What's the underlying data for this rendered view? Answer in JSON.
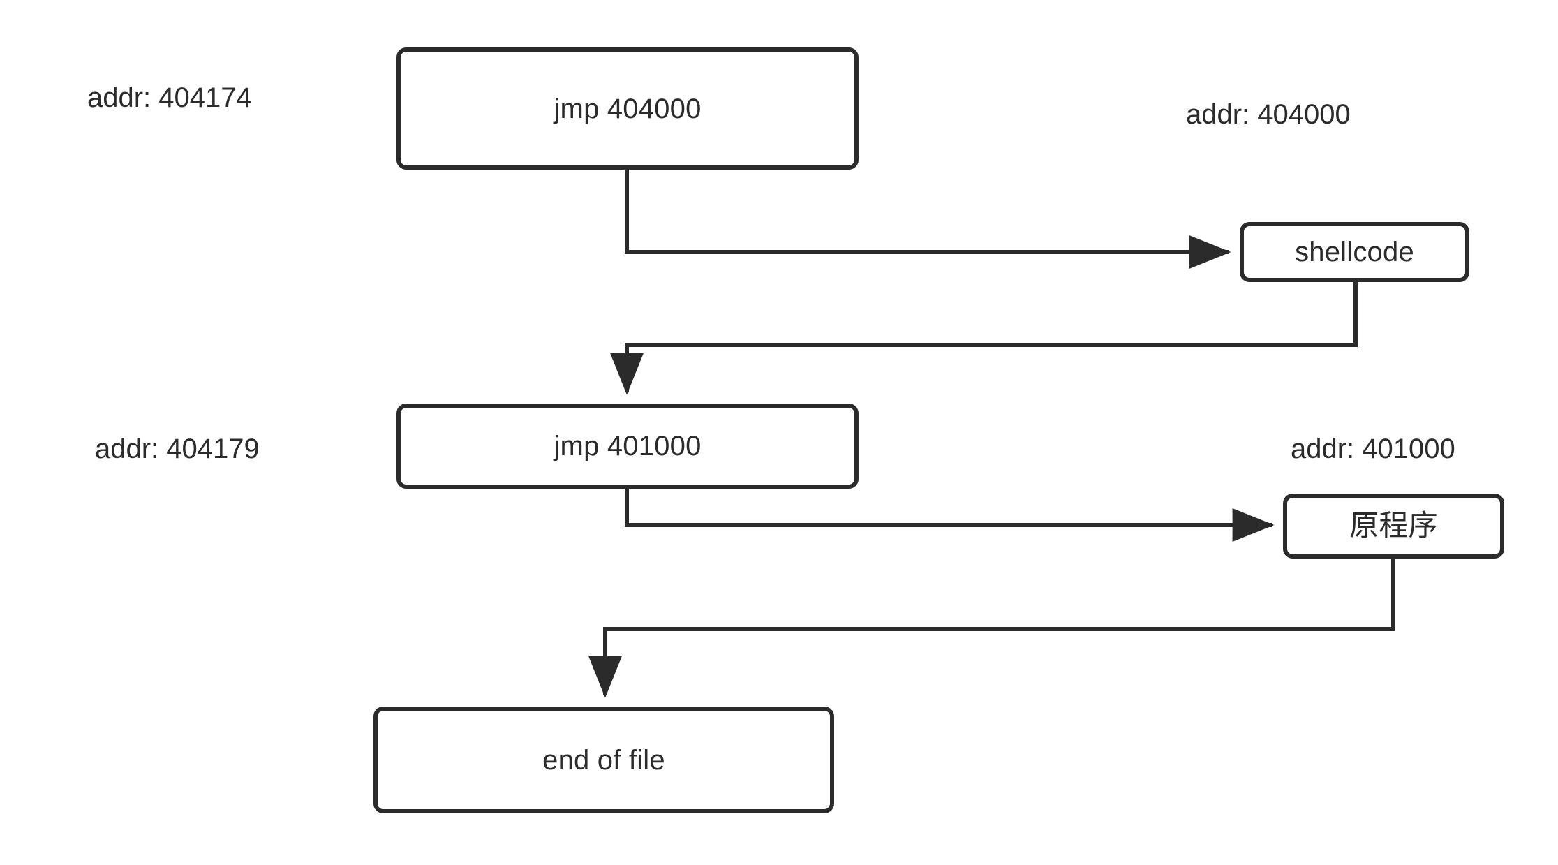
{
  "diagram": {
    "title": "shellcode jump flow",
    "background_color": "#ffffff",
    "stroke_color": "#2b2b2b",
    "nodes": [
      {
        "id": "jmp-404000",
        "label": "jmp 404000"
      },
      {
        "id": "shellcode",
        "label": "shellcode"
      },
      {
        "id": "jmp-401000",
        "label": "jmp 401000"
      },
      {
        "id": "original",
        "label": "原程序"
      },
      {
        "id": "eof",
        "label": "end of file"
      }
    ],
    "addr_labels": [
      {
        "id": "addr-404174",
        "text": "addr: 404174"
      },
      {
        "id": "addr-404000",
        "text": "addr: 404000"
      },
      {
        "id": "addr-404179",
        "text": "addr: 404179"
      },
      {
        "id": "addr-401000",
        "text": "addr: 401000"
      }
    ],
    "edges": [
      {
        "id": "edge-jmp404000-to-shellcode",
        "from": "jmp-404000",
        "to": "shellcode",
        "arrow": "right"
      },
      {
        "id": "edge-shellcode-to-jmp401000",
        "from": "shellcode",
        "to": "jmp-401000",
        "arrow": "down"
      },
      {
        "id": "edge-jmp401000-to-original",
        "from": "jmp-401000",
        "to": "original",
        "arrow": "right"
      },
      {
        "id": "edge-original-to-eof",
        "from": "original",
        "to": "eof",
        "arrow": "down"
      }
    ]
  }
}
